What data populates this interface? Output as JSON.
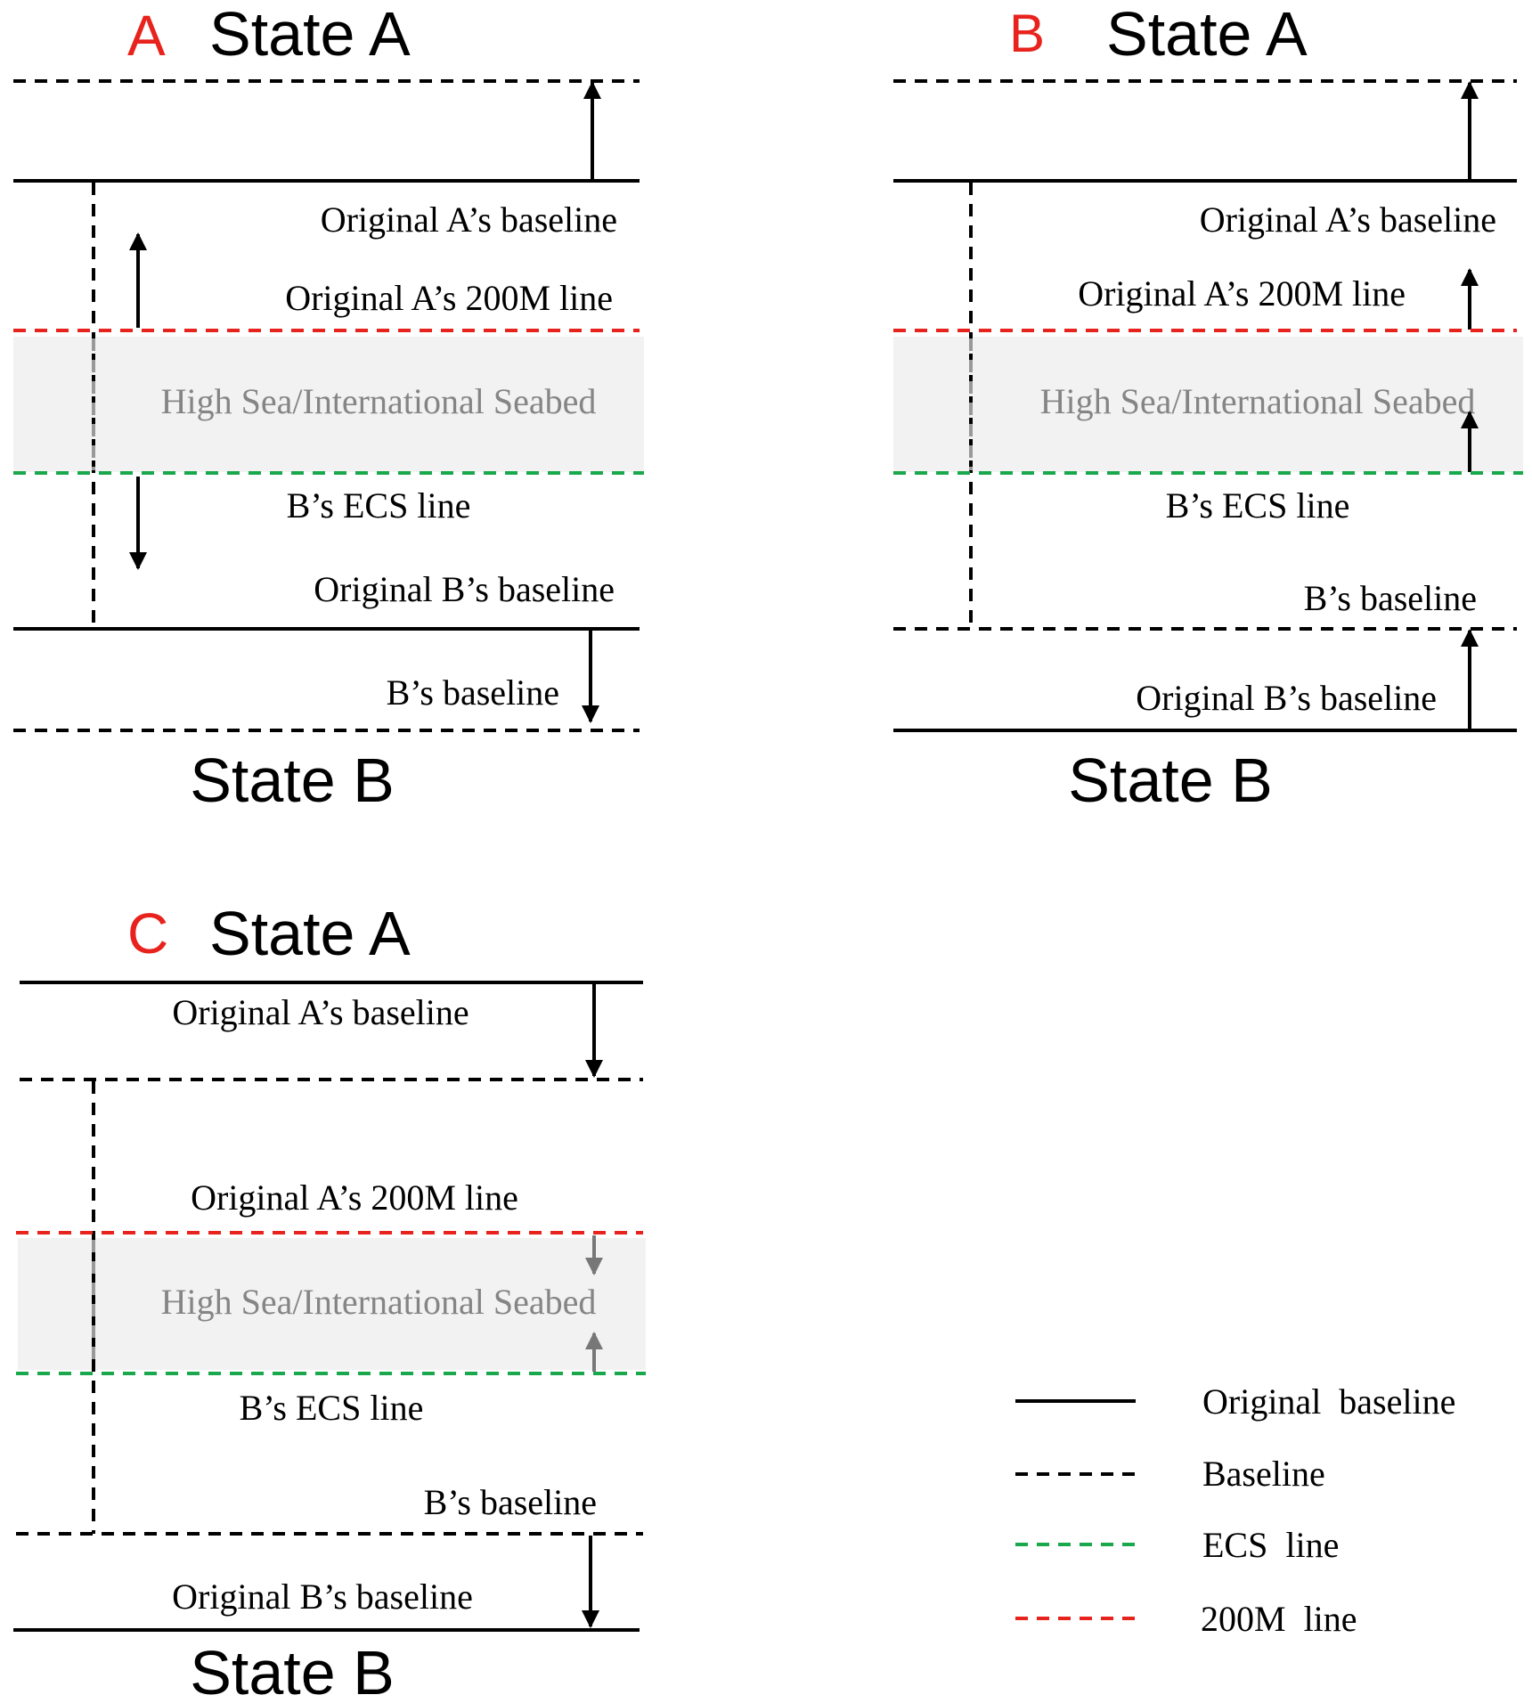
{
  "panels": {
    "a": {
      "letter": "A",
      "state_top": "State A",
      "state_bottom": "State B",
      "labels": {
        "orig_a_baseline": "Original A’s baseline",
        "orig_a_200m": "Original A’s 200M line",
        "high_sea": "High Sea/International Seabed",
        "b_ecs": "B’s ECS line",
        "orig_b_baseline": "Original B’s baseline",
        "b_baseline": "B’s baseline"
      }
    },
    "b": {
      "letter": "B",
      "state_top": "State A",
      "state_bottom": "State B",
      "labels": {
        "orig_a_baseline": "Original A’s baseline",
        "orig_a_200m": "Original A’s 200M line",
        "high_sea": "High Sea/International Seabed",
        "b_ecs": "B’s ECS line",
        "b_baseline": "B’s baseline",
        "orig_b_baseline": "Original B’s baseline"
      }
    },
    "c": {
      "letter": "C",
      "state_top": "State A",
      "state_bottom": "State B",
      "labels": {
        "orig_a_baseline": "Original A’s baseline",
        "orig_a_200m": "Original A’s 200M line",
        "high_sea": "High Sea/International Seabed",
        "b_ecs": "B’s ECS line",
        "b_baseline": "B’s baseline",
        "orig_b_baseline": "Original B’s baseline"
      }
    }
  },
  "legend": {
    "original_baseline": "Original  baseline",
    "baseline": "Baseline",
    "ecs_line": "ECS  line",
    "line_200m": "200M  line"
  },
  "colors": {
    "panel_letter": "#e8221c",
    "line_200m": "#e8221c",
    "ecs_line": "#1aa84c",
    "high_sea_fill": "#f2f2f2",
    "high_sea_text": "#858585",
    "line": "#000000"
  }
}
